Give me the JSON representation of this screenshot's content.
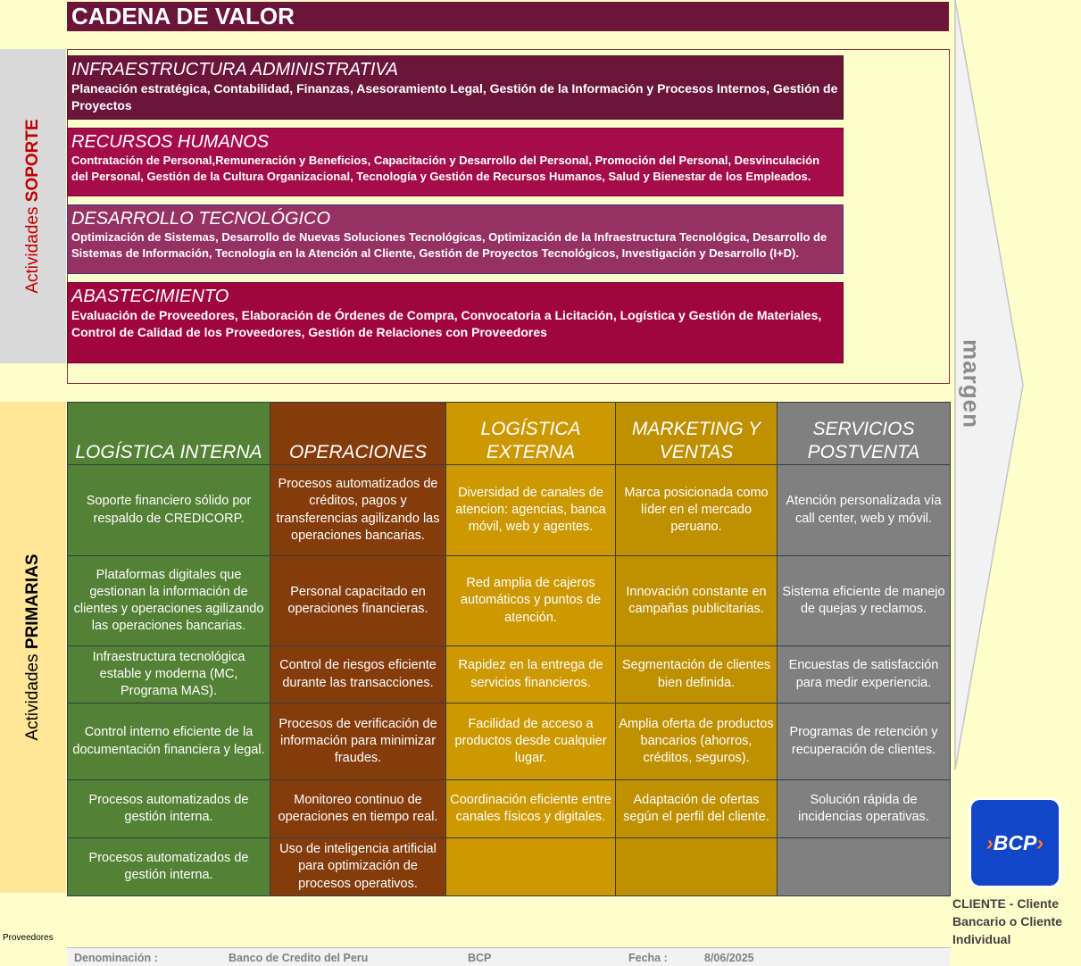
{
  "title": "CADENA DE VALOR",
  "support_side_label": {
    "normal": "Actividades ",
    "bold": "SOPORTE"
  },
  "primary_side_label": {
    "normal": "Actividades ",
    "bold": "PRIMARIAS"
  },
  "margin_label": "margen",
  "support": [
    {
      "title": "INFRAESTRUCTURA ADMINISTRATIVA",
      "text": "Planeación estratégica,  Contabilidad, Finanzas, Asesoramiento Legal, Gestión de la Información y Procesos Internos, Gestión de Proyectos"
    },
    {
      "title": "RECURSOS HUMANOS",
      "text": "Contratación de Personal,Remuneración y Beneficios, Capacitación y Desarrollo del Personal, Promoción del Personal, Desvinculación del Personal, Gestión de la Cultura Organizacional, Tecnología y Gestión de Recursos Humanos, Salud y Bienestar de los Empleados."
    },
    {
      "title": "DESARROLLO TECNOLÓGICO",
      "text": "Optimización de Sistemas, Desarrollo de Nuevas Soluciones Tecnológicas, Optimización de la Infraestructura Tecnológica, Desarrollo de Sistemas de Información, Tecnología en la Atención al Cliente, Gestión de Proyectos Tecnológicos, Investigación y Desarrollo (I+D)."
    },
    {
      "title": "ABASTECIMIENTO",
      "text": "Evaluación de Proveedores, Elaboración de Órdenes de Compra, Convocatoria a Licitación, Logística y Gestión de Materiales, Control de Calidad de los Proveedores, Gestión de Relaciones con Proveedores"
    }
  ],
  "primary": {
    "headers": [
      "LOGÍSTICA INTERNA",
      "OPERACIONES",
      "LOGÍSTICA EXTERNA",
      "MARKETING Y VENTAS",
      "SERVICIOS POSTVENTA"
    ],
    "rows": [
      [
        "Soporte financiero sólido por respaldo de CREDICORP.",
        "Procesos automatizados de créditos, pagos y transferencias agilizando las operaciones bancarias.",
        "Diversidad de canales de atencion: agencias, banca móvil, web y agentes.",
        "Marca posicionada como líder en el mercado peruano.",
        "Atención personalizada vía call center, web y móvil."
      ],
      [
        "Plataformas digitales que gestionan la información de clientes y operaciones agilizando las operaciones bancarias.",
        "Personal capacitado en operaciones financieras.",
        "Red amplia de cajeros automáticos y puntos de atención.",
        "Innovación constante en campañas publicitarias.",
        "Sistema eficiente de manejo de quejas y reclamos."
      ],
      [
        "Infraestructura tecnológica estable y moderna (MC, Programa MAS).",
        "Control de riesgos eficiente durante las transacciones.",
        "Rapidez en la entrega de servicios financieros.",
        "Segmentación de clientes bien definida.",
        "Encuestas de satisfacción para medir experiencia."
      ],
      [
        "Control interno eficiente de la documentación financiera y legal.",
        "Procesos de verificación de información para minimizar fraudes.",
        "Facilidad de acceso a productos desde cualquier lugar.",
        "Amplia oferta de productos bancarios (ahorros, créditos, seguros).",
        "Programas de retención y recuperación de clientes."
      ],
      [
        "Procesos automatizados de gestión interna.",
        "Monitoreo continuo de operaciones en tiempo real.",
        "Coordinación eficiente entre canales físicos y digitales.",
        "Adaptación de ofertas según el perfil del cliente.",
        "Solución rápida de incidencias operativas."
      ],
      [
        "Procesos automatizados de gestión interna.",
        "Uso de inteligencia artificial para optimización de procesos operativos.",
        "",
        "",
        ""
      ]
    ]
  },
  "logo": {
    "arrow": "›",
    "text": "BCP",
    "arrow_right": "›"
  },
  "client_caption": "CLIENTE - Cliente Bancario o Cliente Individual",
  "providers_label": "Proveedores",
  "footer": {
    "denominacion_label": "Denominación :",
    "denominacion_value": "Banco de Credito del Peru",
    "sigla": "BCP",
    "fecha_label": "Fecha :",
    "fecha_value": "8/06/2025"
  },
  "colors": {
    "title_bg": "#6b1538",
    "columns": [
      "#538135",
      "#843c0c",
      "#cc9900",
      "#bf9000",
      "#808080"
    ],
    "logo_blue": "#1346c7",
    "logo_orange": "#ff7a1f"
  }
}
